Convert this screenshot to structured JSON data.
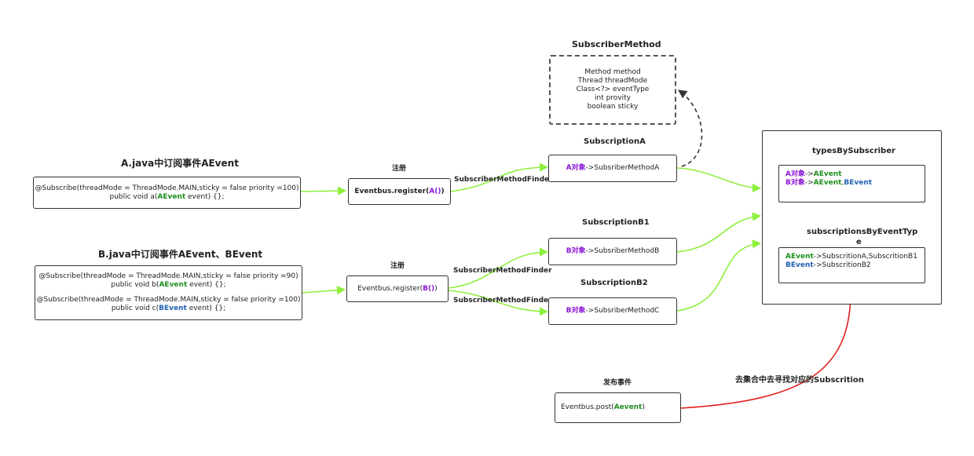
{
  "colors": {
    "flow_arrow": "#8ef03c",
    "red_arrow": "#e0201c",
    "dashed_arrow": "#333333",
    "purple": "#8a16d6",
    "green": "#1e8f1e",
    "blue": "#1f5fb0"
  },
  "a_section": {
    "title": "A.java中订阅事件AEvent",
    "line1": "@Subscribe(threadMode = ThreadMode.MAIN,sticky = false priority =100)",
    "line2_pre": "public void a(",
    "line2_event": "AEvent",
    "line2_post": " event) {};"
  },
  "b_section": {
    "title": "B.java中订阅事件AEvent、BEvent",
    "line1": "@Subscribe(threadMode = ThreadMode.MAIN,sticky = false priority =90)",
    "line2_pre": "public void b(",
    "line2_event": "AEvent",
    "line2_post": " event) {};",
    "line3": "@Subscribe(threadMode = ThreadMode.MAIN,sticky = false priority =100)",
    "line4_pre": "public void c(",
    "line4_event": "BEvent",
    "line4_post": " event) {};"
  },
  "register_a": {
    "label": "注册",
    "pre": "Eventbus.register(",
    "arg": "A()",
    "post": ")"
  },
  "register_b": {
    "label": "注册",
    "pre": "Eventbus.register(",
    "arg": "B()",
    "post": ")"
  },
  "finder_labels": {
    "a": "SubscriberMethodFinder",
    "b1": "SubscriberMethodFinder",
    "b2": "SubscriberMethodFinder"
  },
  "subscriber_method": {
    "title": "SubscriberMethod",
    "fields": [
      "Method method",
      "Thread threadMode",
      "Class<?> eventType",
      "int provity",
      "boolean sticky"
    ]
  },
  "subscription_a": {
    "title": "SubscriptionA",
    "obj": "A对象",
    "rest": "->SubsriberMethodA"
  },
  "subscription_b1": {
    "title": "SubscriptionB1",
    "obj": "B对象",
    "rest": "->SubsriberMethodB"
  },
  "subscription_b2": {
    "title": "SubscriptionB2",
    "obj": "B对象",
    "rest": "->SubsriberMethodC"
  },
  "types_by_subscriber": {
    "title": "typesBySubscriber",
    "row1_obj": "A对象",
    "row1_arrow": "->",
    "row1_event": "AEvent",
    "row2_obj": "B对象",
    "row2_arrow": "->",
    "row2_event_a": "AEvent",
    "row2_sep": ",",
    "row2_event_b": "BEvent"
  },
  "subscriptions_by_event_type": {
    "title_line1": "subscriptionsByEventTyp",
    "title_line2": "e",
    "row1_event": "AEvent",
    "row1_rest": "->SubscritionA,SubscritionB1",
    "row2_event": "BEvent",
    "row2_rest": "->SubscritionB2"
  },
  "post": {
    "label": "发布事件",
    "pre": "Eventbus.post(",
    "arg": "Aevent",
    "post": ")"
  },
  "lookup_label": "去集合中去寻找对应的Subscrition"
}
